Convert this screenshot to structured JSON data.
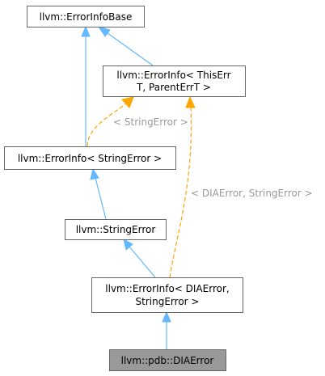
{
  "nodes": {
    "error_info_base": {
      "lines": [
        "llvm::ErrorInfoBase"
      ],
      "highlight": false
    },
    "error_info_generic": {
      "lines": [
        "llvm::ErrorInfo< ThisErr",
        "T, ParentErrT >"
      ],
      "highlight": false
    },
    "error_info_string_error": {
      "lines": [
        "llvm::ErrorInfo< StringError >"
      ],
      "highlight": false
    },
    "string_error": {
      "lines": [
        "llvm::StringError"
      ],
      "highlight": false
    },
    "error_info_dia_error": {
      "lines": [
        "llvm::ErrorInfo< DIAError,",
        "StringError >"
      ],
      "highlight": false
    },
    "dia_error": {
      "lines": [
        "llvm::pdb::DIAError"
      ],
      "highlight": true
    }
  },
  "edge_labels": {
    "string_error_template": "< StringError >",
    "dia_error_template": "< DIAError, StringError >"
  },
  "colors": {
    "inheritance_edge": "#63b8ff",
    "template_edge": "#ffa500",
    "highlight_fill": "#999999",
    "node_border": "#666666",
    "label_text": "#9a9a9a"
  }
}
